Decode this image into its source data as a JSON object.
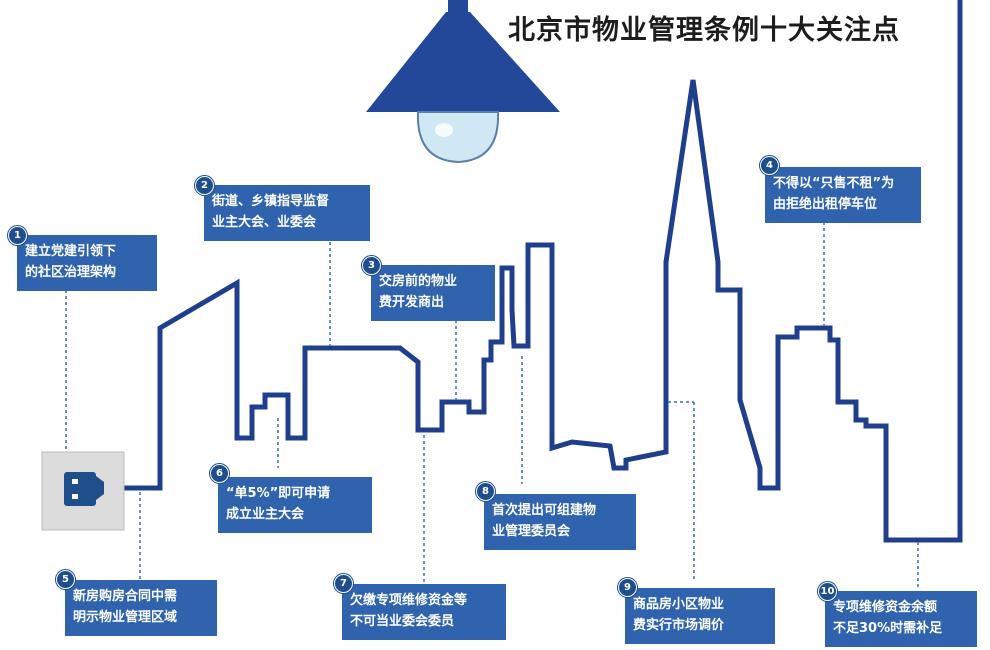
{
  "title": "北京市物业管理条例十大关注点",
  "colors": {
    "outline": "#1f3f8c",
    "box_fill": "#2f63ad",
    "badge_fill": "#1f4e8c",
    "lamp": "#23489a",
    "bulb": "#cfe8f3",
    "plug_plate": "#dcdcdc"
  },
  "items": [
    {
      "num": "1",
      "text": "建立党建引领下\n的社区治理架构"
    },
    {
      "num": "2",
      "text": "街道、乡镇指导监督\n业主大会、业委会"
    },
    {
      "num": "3",
      "text": "交房前的物业\n费开发商出"
    },
    {
      "num": "4",
      "text": "不得以“只售不租”为\n由拒绝出租停车位"
    },
    {
      "num": "5",
      "text": "新房购房合同中需\n明示物业管理区域"
    },
    {
      "num": "6",
      "text": "“单5%”即可申请\n成立业主大会"
    },
    {
      "num": "7",
      "text": "欠缴专项维修资金等\n不可当业委会委员"
    },
    {
      "num": "8",
      "text": "首次提出可组建物\n业管理委员会"
    },
    {
      "num": "9",
      "text": "商品房小区物业\n费实行市场调价"
    },
    {
      "num": "10",
      "text": "专项维修资金余额\n不足30%时需补足"
    }
  ]
}
